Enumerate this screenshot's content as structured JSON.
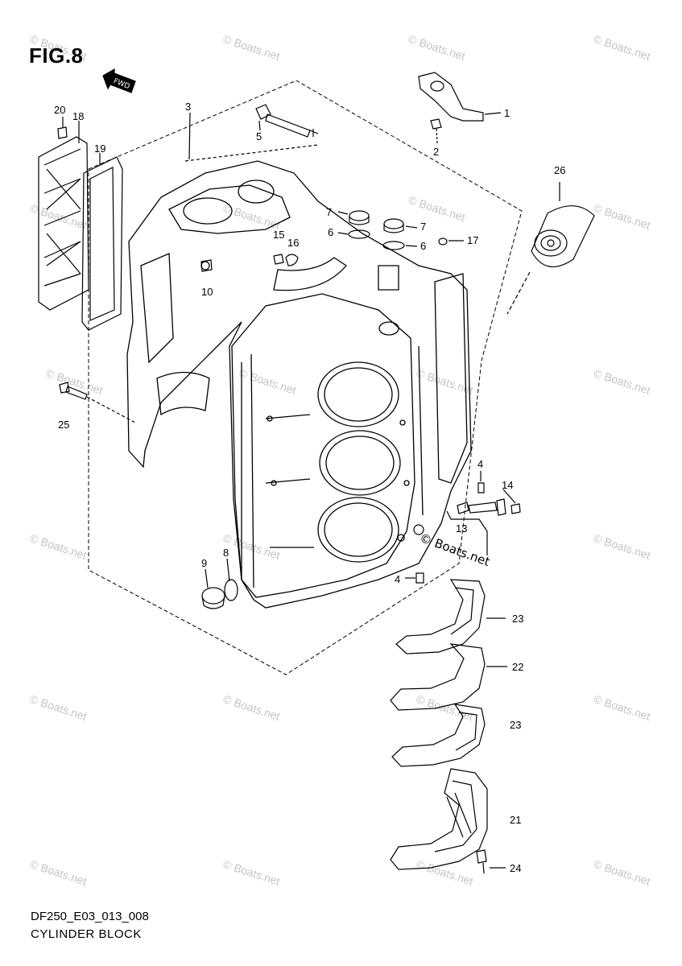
{
  "figure": {
    "title": "FIG.8",
    "drawing_code": "DF250_E03_013_008",
    "drawing_name": "CYLINDER BLOCK",
    "fwd_arrow_label": "FWD"
  },
  "watermark": {
    "text": "© Boats.net",
    "overlay_text": "© Boats.net"
  },
  "part_callouts": [
    {
      "id": "p1",
      "text": "1"
    },
    {
      "id": "p2",
      "text": "2"
    },
    {
      "id": "p3",
      "text": "3"
    },
    {
      "id": "p4a",
      "text": "4"
    },
    {
      "id": "p4b",
      "text": "4"
    },
    {
      "id": "p5",
      "text": "5"
    },
    {
      "id": "p6a",
      "text": "6"
    },
    {
      "id": "p6b",
      "text": "6"
    },
    {
      "id": "p7a",
      "text": "7"
    },
    {
      "id": "p7b",
      "text": "7"
    },
    {
      "id": "p8",
      "text": "8"
    },
    {
      "id": "p9",
      "text": "9"
    },
    {
      "id": "p10",
      "text": "10"
    },
    {
      "id": "p13",
      "text": "13"
    },
    {
      "id": "p14",
      "text": "14"
    },
    {
      "id": "p15",
      "text": "15"
    },
    {
      "id": "p16",
      "text": "16"
    },
    {
      "id": "p17",
      "text": "17"
    },
    {
      "id": "p18",
      "text": "18"
    },
    {
      "id": "p19",
      "text": "19"
    },
    {
      "id": "p20",
      "text": "20"
    },
    {
      "id": "p21",
      "text": "21"
    },
    {
      "id": "p22",
      "text": "22"
    },
    {
      "id": "p23a",
      "text": "23"
    },
    {
      "id": "p23b",
      "text": "23"
    },
    {
      "id": "p24",
      "text": "24"
    },
    {
      "id": "p25",
      "text": "25"
    },
    {
      "id": "p26",
      "text": "26"
    }
  ]
}
